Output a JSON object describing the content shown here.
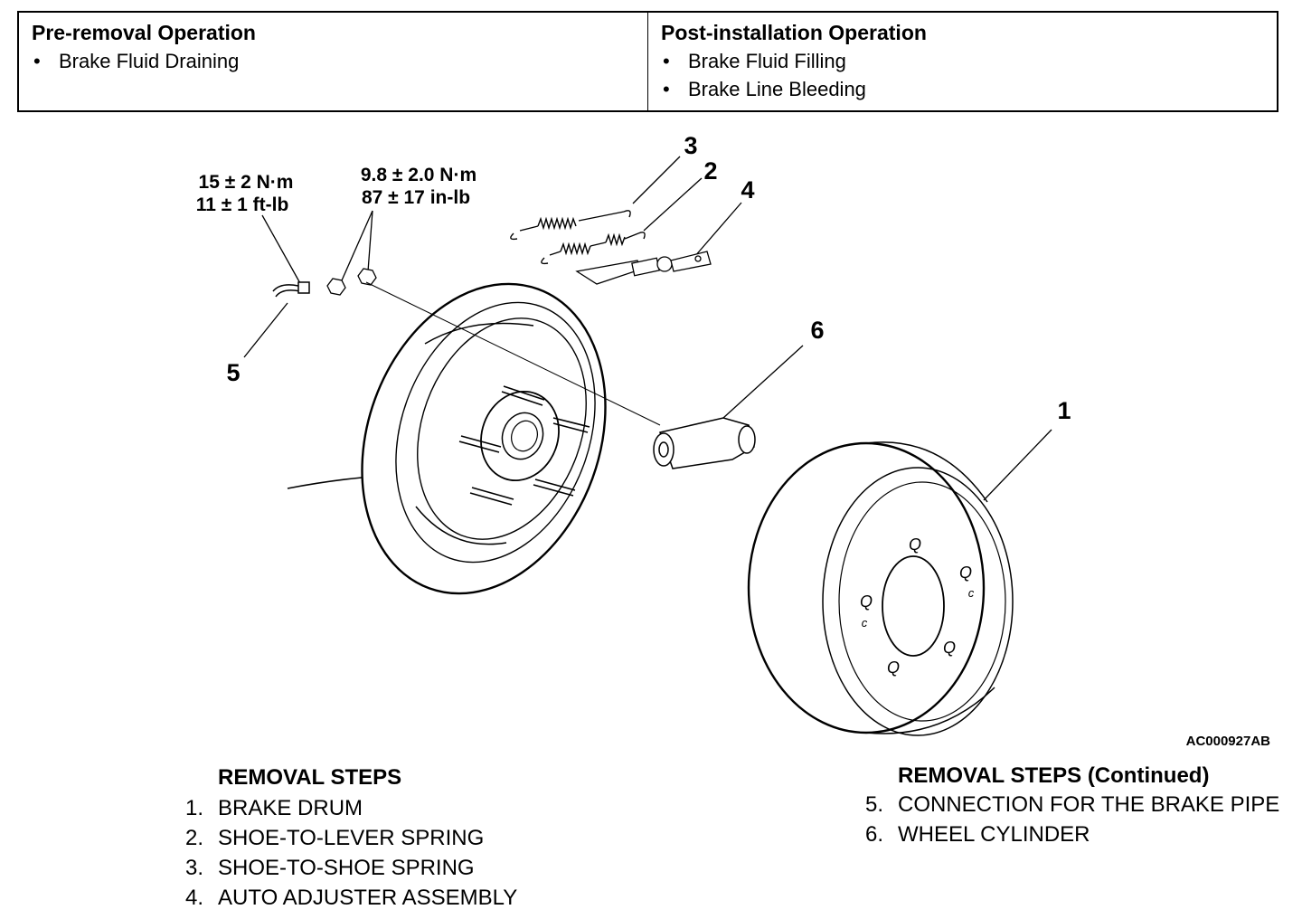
{
  "operations": {
    "pre_removal": {
      "title": "Pre-removal Operation",
      "items": [
        "Brake Fluid Draining"
      ]
    },
    "post_installation": {
      "title": "Post-installation Operation",
      "items": [
        "Brake Fluid Filling",
        "Brake Line Bleeding"
      ]
    }
  },
  "diagram": {
    "torque_pipe_line1": "15 ± 2 N·m",
    "torque_pipe_line2": "11 ± 1 ft-lb",
    "torque_bolt_line1": "9.8 ± 2.0 N·m",
    "torque_bolt_line2": "87 ± 17 in-lb",
    "callouts": [
      "1",
      "2",
      "3",
      "4",
      "5",
      "6"
    ],
    "figure_code": "AC000927AB"
  },
  "removal_steps": {
    "title": "REMOVAL STEPS",
    "items": [
      {
        "num": "1.",
        "text": "BRAKE DRUM"
      },
      {
        "num": "2.",
        "text": "SHOE-TO-LEVER SPRING"
      },
      {
        "num": "3.",
        "text": "SHOE-TO-SHOE SPRING"
      },
      {
        "num": "4.",
        "text": "AUTO ADJUSTER ASSEMBLY"
      }
    ]
  },
  "removal_steps_continued": {
    "title": "REMOVAL STEPS (Continued)",
    "items": [
      {
        "num": "5.",
        "text": "CONNECTION FOR THE BRAKE PIPE"
      },
      {
        "num": "6.",
        "text": "WHEEL CYLINDER"
      }
    ]
  }
}
